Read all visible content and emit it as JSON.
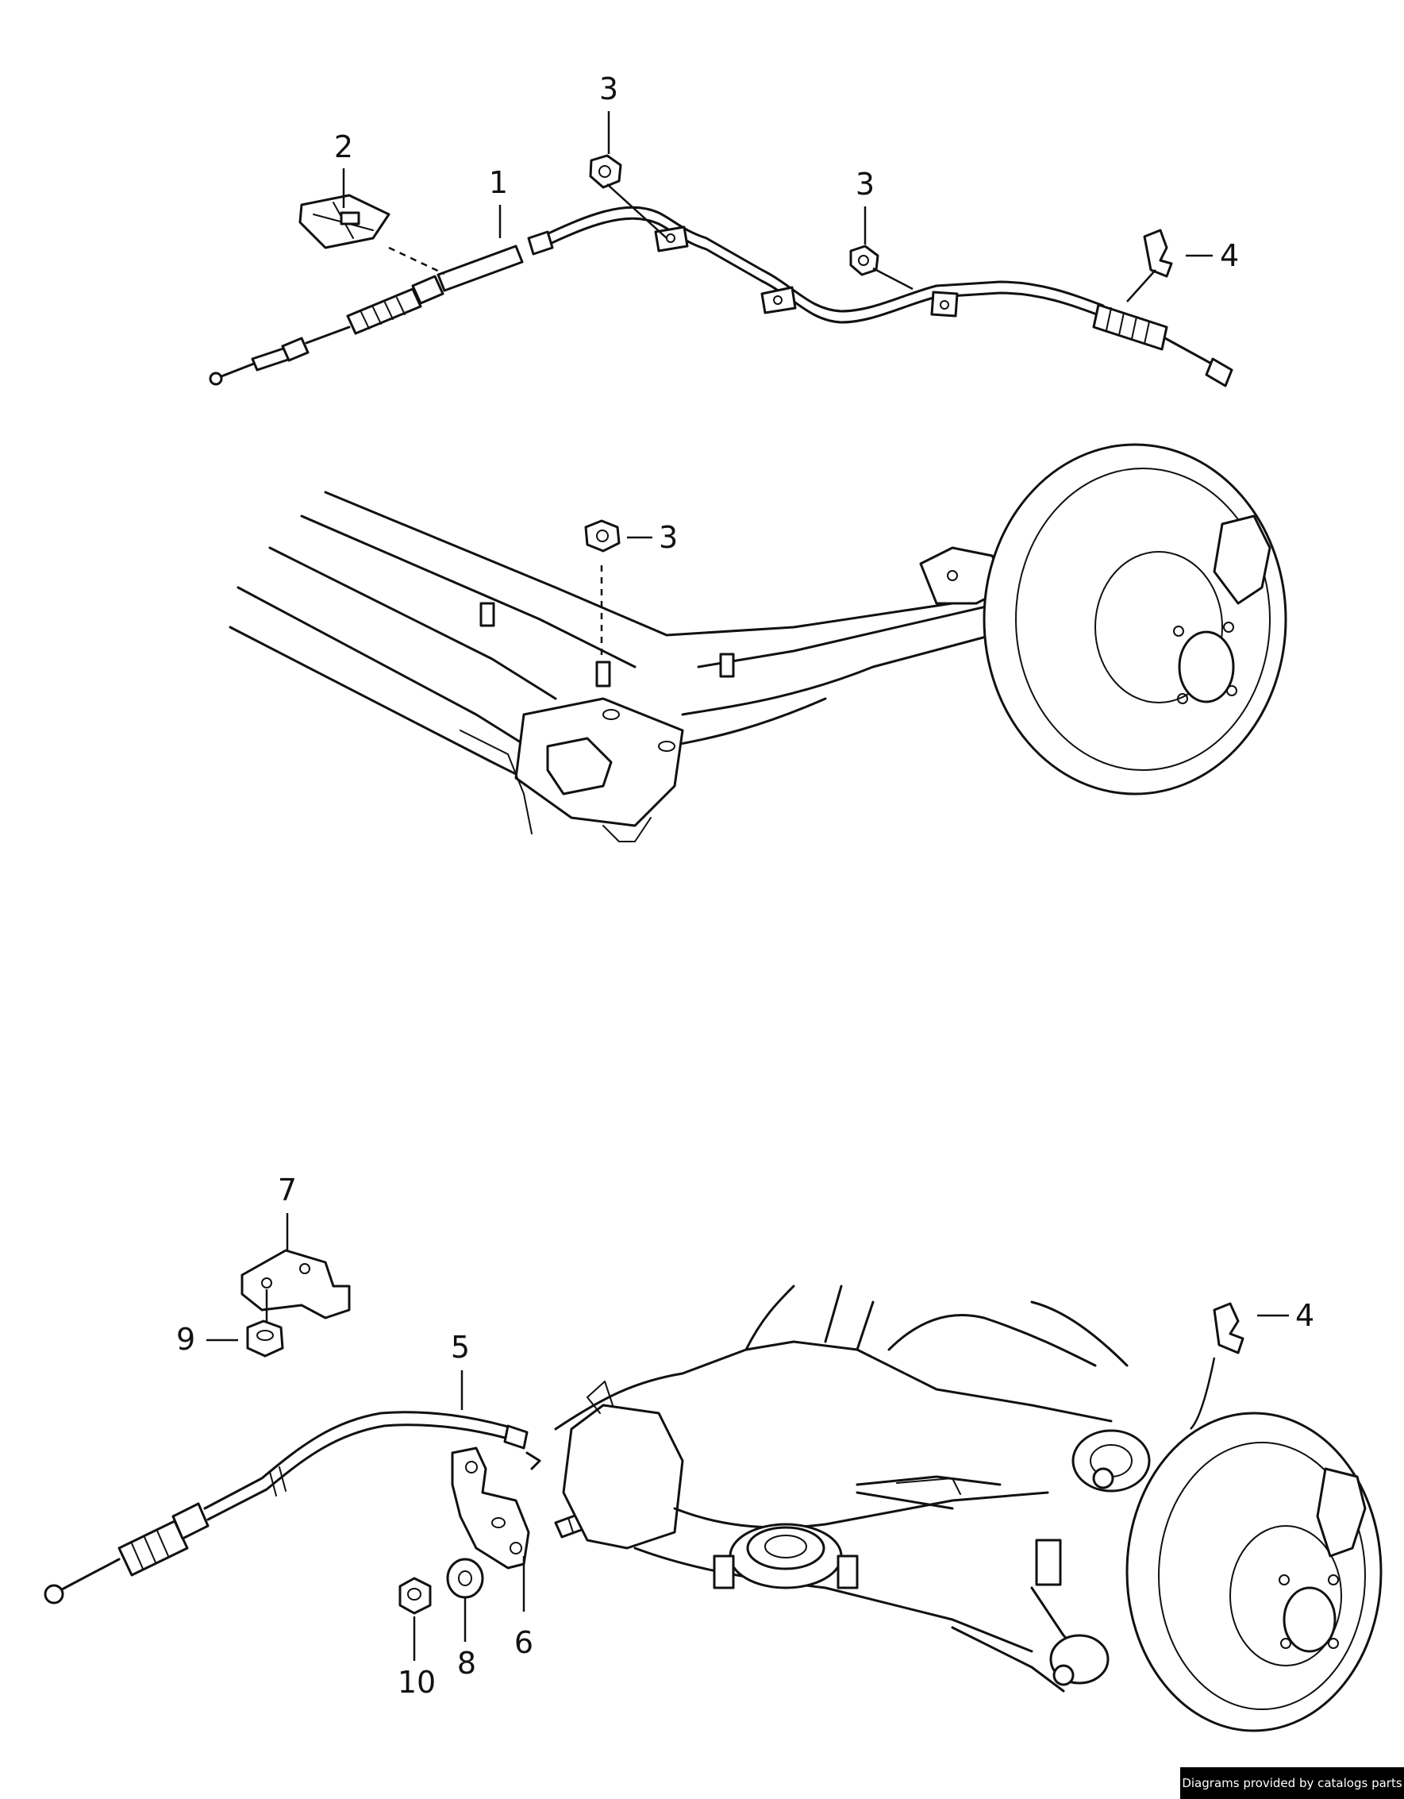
{
  "footer": {
    "credit": "Diagrams provided by catalogs parts"
  },
  "callouts": {
    "c1": "1",
    "c2": "2",
    "c3a": "3",
    "c3b": "3",
    "c3c": "3",
    "c4a": "4",
    "c4b": "4",
    "c5": "5",
    "c6": "6",
    "c7": "7",
    "c8": "8",
    "c9": "9",
    "c10": "10"
  },
  "colors": {
    "line": "#111111",
    "background": "#ffffff",
    "footer_bg": "#000000",
    "footer_text": "#ffffff"
  }
}
